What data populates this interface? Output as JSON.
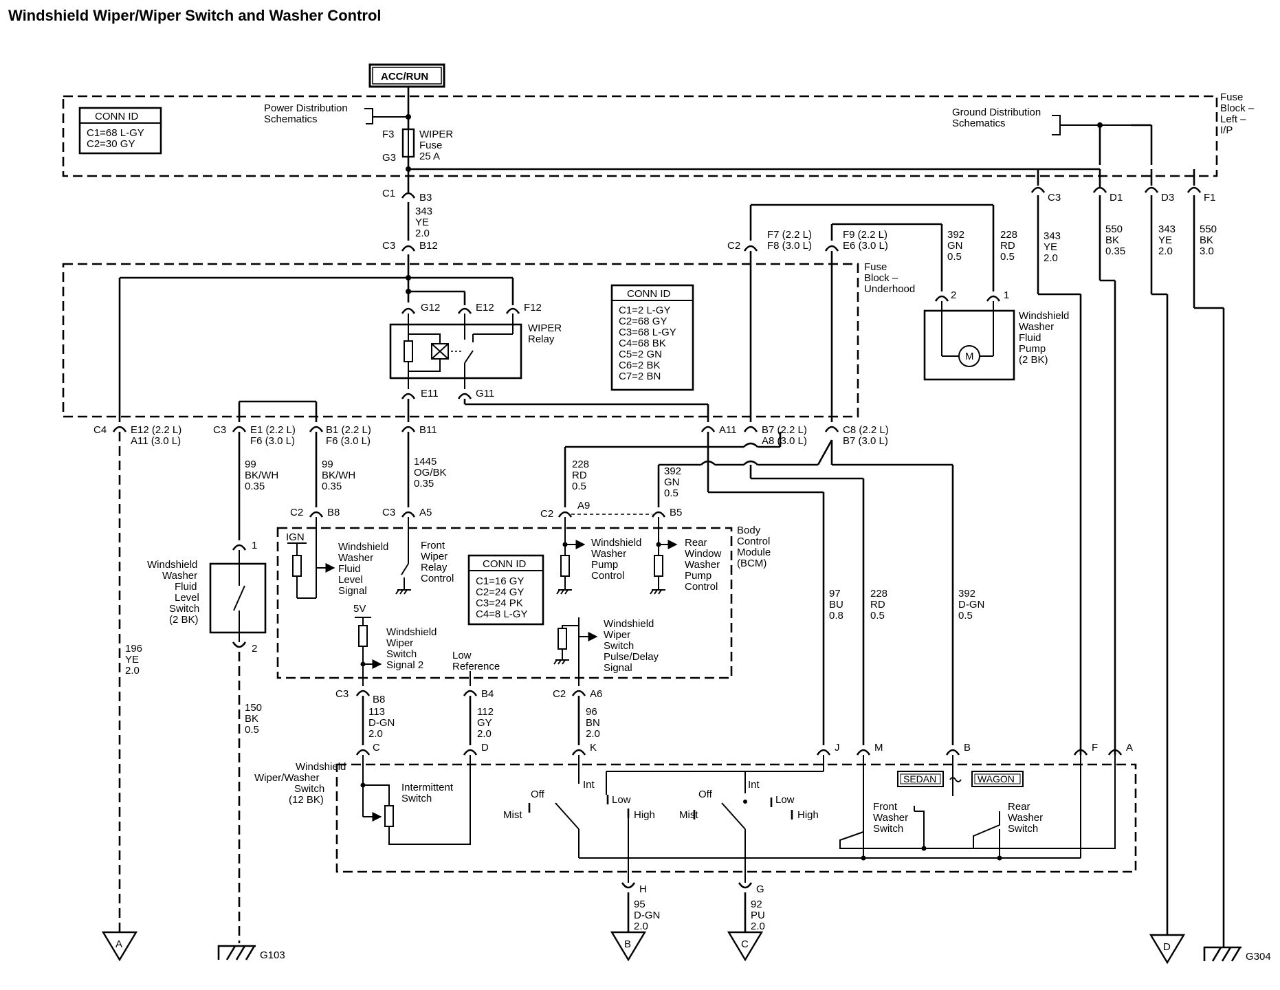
{
  "title": "Windshield Wiper/Wiper Switch and Washer Control",
  "power_source": "ACC/RUN",
  "conn_id_label": "CONN ID",
  "fuse_block_ip": {
    "name": [
      "Fuse",
      "Block –",
      "Left –",
      "I/P"
    ],
    "conn_ids": [
      "C1=68 L-GY",
      "C2=30 GY"
    ],
    "power_distribution": [
      "Power Distribution",
      "Schematics"
    ],
    "ground_distribution": [
      "Ground Distribution",
      "Schematics"
    ],
    "fuse": {
      "top_pin": "F3",
      "bottom_pin": "G3",
      "name": [
        "WIPER",
        "Fuse",
        "25 A"
      ]
    }
  },
  "fuse_block_underhood": {
    "name": [
      "Fuse",
      "Block –",
      "Underhood"
    ],
    "conn_ids": [
      "C1=2 L-GY",
      "C2=68 GY",
      "C3=68 L-GY",
      "C4=68 BK",
      "C5=2 GN",
      "C6=2 BK",
      "C7=2 BN"
    ],
    "relay": {
      "name": [
        "WIPER",
        "Relay"
      ],
      "pins": [
        "G12",
        "E12",
        "F12",
        "E11",
        "G11"
      ]
    }
  },
  "bcm": {
    "name": [
      "Body",
      "Control",
      "Module",
      "(BCM)"
    ],
    "conn_ids": [
      "C1=16 GY",
      "C2=24 GY",
      "C3=24 PK",
      "C4=8 L-GY"
    ],
    "ign": "IGN",
    "five_v": "5V",
    "signals": {
      "washer_fluid_level": [
        "Windshield",
        "Washer",
        "Fluid",
        "Level",
        "Signal"
      ],
      "front_wiper_relay": [
        "Front",
        "Wiper",
        "Relay",
        "Control"
      ],
      "washer_pump": [
        "Windshield",
        "Washer",
        "Pump",
        "Control"
      ],
      "rear_washer_pump": [
        "Rear",
        "Window",
        "Washer",
        "Pump",
        "Control"
      ],
      "wiper_switch_signal2": [
        "Windshield",
        "Wiper",
        "Switch",
        "Signal 2"
      ],
      "low_reference": [
        "Low",
        "Reference"
      ],
      "pulse_delay": [
        "Windshield",
        "Wiper",
        "Switch",
        "Pulse/Delay",
        "Signal"
      ]
    }
  },
  "washer_pump_component": {
    "name": [
      "Windshield",
      "Washer",
      "Fluid",
      "Pump",
      "(2 BK)"
    ],
    "motor": "M",
    "pins": [
      "2",
      "1"
    ]
  },
  "fluid_level_switch": {
    "name": [
      "Windshield",
      "Washer",
      "Fluid",
      "Level",
      "Switch",
      "(2 BK)"
    ],
    "pins": [
      "1",
      "2"
    ]
  },
  "wiper_washer_switch": {
    "name": [
      "Windshield",
      "Wiper/Washer",
      "Switch",
      "(12 BK)"
    ],
    "intermittent": [
      "Intermittent",
      "Switch"
    ],
    "positions": [
      "Mist",
      "Off",
      "Int",
      "Low",
      "High"
    ],
    "sedan": "SEDAN",
    "wagon": "WAGON",
    "front_washer": [
      "Front",
      "Washer",
      "Switch"
    ],
    "rear_washer": [
      "Rear",
      "Washer",
      "Switch"
    ],
    "pins": [
      "C",
      "D",
      "K",
      "J",
      "M",
      "B",
      "F",
      "A",
      "H",
      "G"
    ]
  },
  "connectors": {
    "ip_c1_b3": [
      "C1",
      "B3"
    ],
    "c3_b12": [
      "C3",
      "B12"
    ],
    "ip_right": [
      [
        "C3"
      ],
      [
        "D1"
      ],
      [
        "D3"
      ],
      [
        "F1"
      ]
    ],
    "c2_f7": [
      "C2",
      "F7 (2.2 L)",
      "F8 (3.0 L)"
    ],
    "f9_e6": [
      "F9 (2.2 L)",
      "E6 (3.0 L)"
    ],
    "c4_e12": [
      "C4",
      "E12 (2.2 L)",
      "A11 (3.0 L)"
    ],
    "c3_e1": [
      "C3",
      "E1 (2.2 L)",
      "F6 (3.0 L)"
    ],
    "b1": [
      "B1 (2.2 L)",
      "F6 (3.0 L)"
    ],
    "b11": "B11",
    "a11": "A11",
    "b7": [
      "B7 (2.2 L)",
      "A8 (3.0 L)"
    ],
    "c8": [
      "C8 (2.2 L)",
      "B7 (3.0 L)"
    ],
    "c2_b8": [
      "C2",
      "B8"
    ],
    "c3_a5": [
      "C3",
      "A5"
    ],
    "c2_a9": [
      "C2",
      "A9"
    ],
    "b5": "B5",
    "c3_b8": [
      "C3",
      "B8"
    ],
    "b4": "B4",
    "c2_a6": [
      "C2",
      "A6"
    ]
  },
  "wires": {
    "w343_ye_20": [
      "343",
      "YE",
      "2.0"
    ],
    "w392_gn_05_top": [
      "392",
      "GN",
      "0.5"
    ],
    "w228_rd_05_top": [
      "228",
      "RD",
      "0.5"
    ],
    "w343_ye_20_r1": [
      "343",
      "YE",
      "2.0"
    ],
    "w550_bk_035": [
      "550",
      "BK",
      "0.35"
    ],
    "w343_ye_20_r2": [
      "343",
      "YE",
      "2.0"
    ],
    "w550_bk_30": [
      "550",
      "BK",
      "3.0"
    ],
    "w99_bkwh_a": [
      "99",
      "BK/WH",
      "0.35"
    ],
    "w99_bkwh_b": [
      "99",
      "BK/WH",
      "0.35"
    ],
    "w1445_ogbk": [
      "1445",
      "OG/BK",
      "0.35"
    ],
    "w228_rd_05_mid": [
      "228",
      "RD",
      "0.5"
    ],
    "w392_gn_05_mid": [
      "392",
      "GN",
      "0.5"
    ],
    "w196_ye_20": [
      "196",
      "YE",
      "2.0"
    ],
    "w150_bk_05": [
      "150",
      "BK",
      "0.5"
    ],
    "w97_bu_08": [
      "97",
      "BU",
      "0.8"
    ],
    "w228_rd_05_low": [
      "228",
      "RD",
      "0.5"
    ],
    "w392_dgn_05": [
      "392",
      "D-GN",
      "0.5"
    ],
    "w113_dgn_20": [
      "113",
      "D-GN",
      "2.0"
    ],
    "w112_gy_20": [
      "112",
      "GY",
      "2.0"
    ],
    "w96_bn_20": [
      "96",
      "BN",
      "2.0"
    ],
    "w95_dgn_20": [
      "95",
      "D-GN",
      "2.0"
    ],
    "w92_pu_20": [
      "92",
      "PU",
      "2.0"
    ]
  },
  "grounds": [
    "G103",
    "G304"
  ],
  "off_page": [
    "A",
    "B",
    "C",
    "D"
  ]
}
